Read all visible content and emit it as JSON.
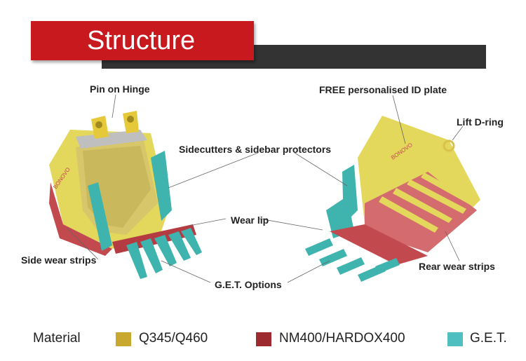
{
  "title": "Structure",
  "callouts": {
    "pin_on_hinge": "Pin on Hinge",
    "free_id_plate": "FREE personalised ID plate",
    "lift_d_ring": "Lift D-ring",
    "sidecutters": "Sidecutters & sidebar protectors",
    "wear_lip": "Wear lip",
    "side_wear_strips": "Side wear strips",
    "rear_wear_strips": "Rear wear strips",
    "get_options": "G.E.T. Options"
  },
  "bucket_brand": "BONOVO",
  "legend": {
    "heading": "Material",
    "items": [
      {
        "label": "Q345/Q460",
        "color": "#c9a830"
      },
      {
        "label": "NM400/HARDOX400",
        "color": "#9c2a2f"
      },
      {
        "label": "G.E.T.",
        "color": "#4fbfbf"
      }
    ]
  },
  "colors": {
    "banner_red": "#c8191f",
    "banner_dark": "#333333",
    "bucket_yellow": "#e3d75c",
    "wear_red": "#c24a4e",
    "teeth_teal": "#3fb3ad"
  }
}
